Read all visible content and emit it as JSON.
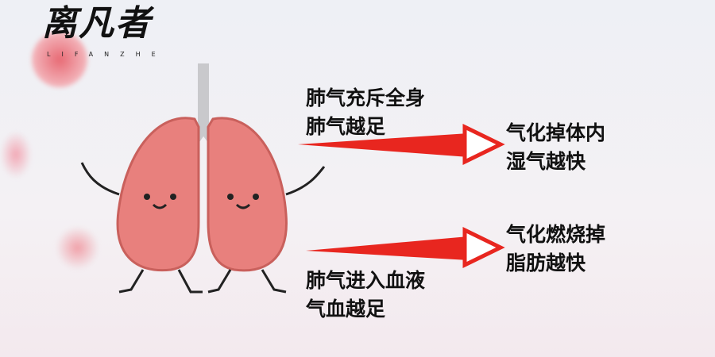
{
  "logo": {
    "text": "离凡者",
    "subtitle": "LIFANZHE"
  },
  "left_top": {
    "line1": "肺气充斥全身",
    "line2": "肺气越足"
  },
  "left_bottom": {
    "line1": "肺气进入血液",
    "line2": "气血越足"
  },
  "right_top": {
    "line1": "气化掉体内",
    "line2": "湿气越快"
  },
  "right_bottom": {
    "line1": "气化燃烧掉",
    "line2": "脂肪越快"
  },
  "colors": {
    "arrow": "#e8261f",
    "lung": "#e8807d",
    "text": "#111111"
  }
}
